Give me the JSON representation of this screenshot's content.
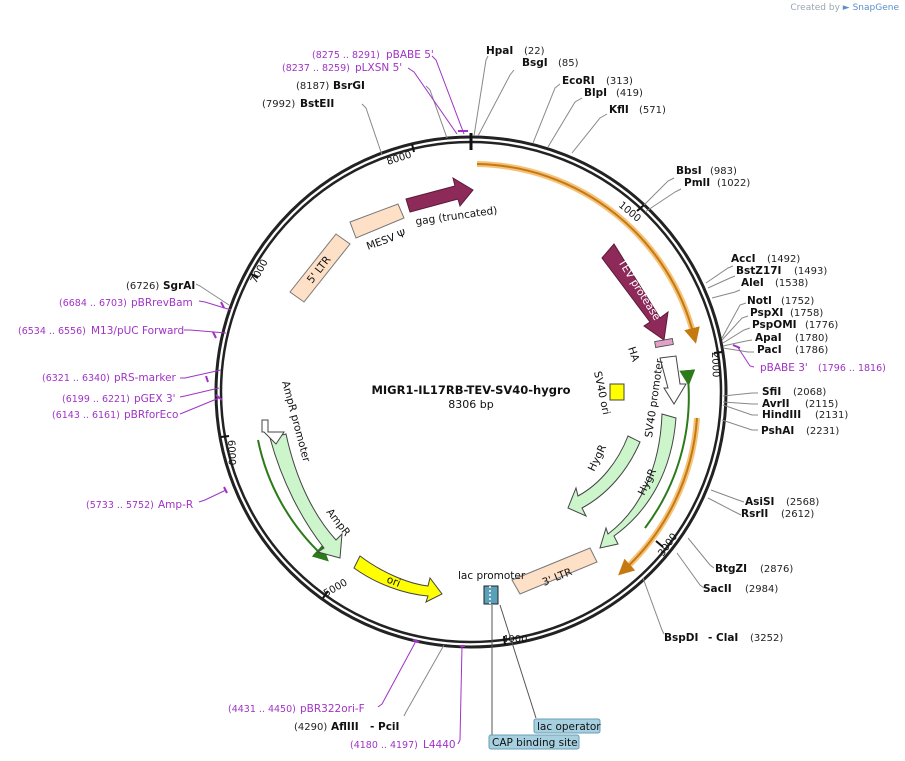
{
  "header": {
    "created_by": "Created by",
    "brand": "SnapGene"
  },
  "plasmid": {
    "name": "MIGR1-IL17RB-TEV-SV40-hygro",
    "length_label": "8306 bp"
  },
  "ticks": [
    "1000",
    "2000",
    "3000",
    "4000",
    "5000",
    "6000",
    "7000",
    "8000"
  ],
  "enzymes": [
    {
      "name": "HpaI",
      "pos": "(22)"
    },
    {
      "name": "BsgI",
      "pos": "(85)"
    },
    {
      "name": "EcoRI",
      "pos": "(313)"
    },
    {
      "name": "BlpI",
      "pos": "(419)"
    },
    {
      "name": "KflI",
      "pos": "(571)"
    },
    {
      "name": "BbsI",
      "pos": "(983)"
    },
    {
      "name": "PmlI",
      "pos": "(1022)"
    },
    {
      "name": "AccI",
      "pos": "(1492)"
    },
    {
      "name": "BstZ17I",
      "pos": "(1493)"
    },
    {
      "name": "AleI",
      "pos": "(1538)"
    },
    {
      "name": "NotI",
      "pos": "(1752)"
    },
    {
      "name": "PspXI",
      "pos": "(1758)"
    },
    {
      "name": "PspOMI",
      "pos": "(1776)"
    },
    {
      "name": "ApaI",
      "pos": "(1780)"
    },
    {
      "name": "PacI",
      "pos": "(1786)"
    },
    {
      "name": "SfiI",
      "pos": "(2068)"
    },
    {
      "name": "AvrII",
      "pos": "(2115)"
    },
    {
      "name": "HindIII",
      "pos": "(2131)"
    },
    {
      "name": "PshAI",
      "pos": "(2231)"
    },
    {
      "name": "AsiSI",
      "pos": "(2568)"
    },
    {
      "name": "RsrII",
      "pos": "(2612)"
    },
    {
      "name": "BtgZI",
      "pos": "(2876)"
    },
    {
      "name": "SacII",
      "pos": "(2984)"
    },
    {
      "name": "BspDI",
      "pos": ""
    },
    {
      "name": "- ClaI",
      "pos": "(3252)"
    },
    {
      "name": "AflIII",
      "pos": "(4290)"
    },
    {
      "name": "- PciI",
      "pos": ""
    },
    {
      "name": "SgrAI",
      "pos": "(6726)"
    },
    {
      "name": "BstEII",
      "pos": "(7992)"
    },
    {
      "name": "BsrGI",
      "pos": "(8187)"
    }
  ],
  "primers": [
    {
      "name": "pBABE 5'",
      "pos": "(8275 .. 8291)"
    },
    {
      "name": "pLXSN 5'",
      "pos": "(8237 .. 8259)"
    },
    {
      "name": "pBABE 3'",
      "pos": "(1796 .. 1816)"
    },
    {
      "name": "pBR322ori-F",
      "pos": "(4431 .. 4450)"
    },
    {
      "name": "L4440",
      "pos": "(4180 .. 4197)"
    },
    {
      "name": "Amp-R",
      "pos": "(5733 .. 5752)"
    },
    {
      "name": "pBRforEco",
      "pos": "(6143 .. 6161)"
    },
    {
      "name": "pGEX 3'",
      "pos": "(6199 .. 6221)"
    },
    {
      "name": "pRS-marker",
      "pos": "(6321 .. 6340)"
    },
    {
      "name": "M13/pUC Forward",
      "pos": "(6534 .. 6556)"
    },
    {
      "name": "pBRrevBam",
      "pos": "(6684 .. 6703)"
    }
  ],
  "features": {
    "gag": "gag (truncated)",
    "mesv": "MESV Ψ",
    "ltr5": "5' LTR",
    "tev": "TEV protease",
    "ha": "HA",
    "sv40_promoter": "SV40 promoter",
    "sv40_ori": "SV40 ori",
    "hygr_inner": "HygR",
    "hygr_outer": "HygR",
    "ltr3": "3' LTR",
    "lac_promoter": "lac promoter",
    "ori": "ori",
    "ampr": "AmpR",
    "ampr_promoter": "AmpR promoter",
    "lac_operator": "lac operator",
    "cap_site": "CAP binding site"
  },
  "colors": {
    "ring": "#222222",
    "enzyme_line": "#888888",
    "primer": "#a033c6",
    "gag": "#8e2a5a",
    "ltr": "#fde0c6",
    "ori": "#ffff00",
    "resistance": "#ccf5cc",
    "orf_outline": "#2d7a1a",
    "orf_highlight": "#f0a030",
    "lac": "#5aa0b8"
  }
}
